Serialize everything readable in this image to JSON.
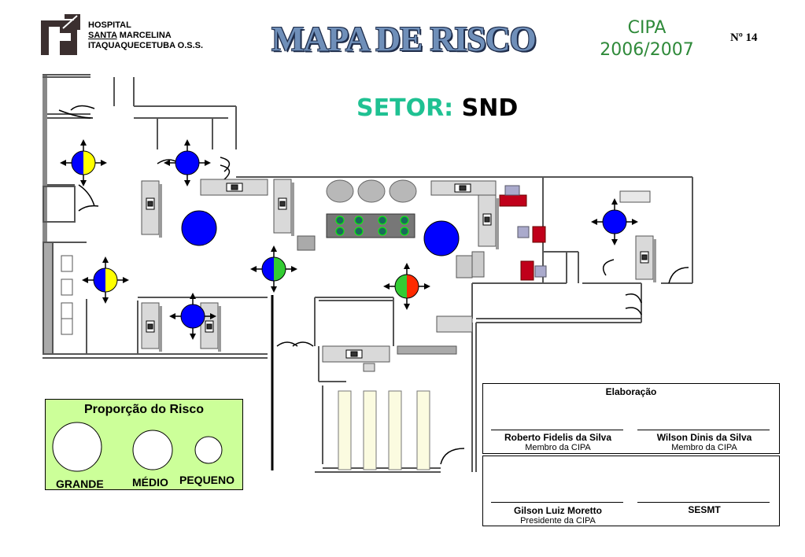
{
  "header": {
    "hospital_line1": "HOSPITAL",
    "hospital_line2_underlined": "SANTA",
    "hospital_line2_rest": " MARCELINA",
    "hospital_line3": "ITAQUAQUECETUBA O.S.S.",
    "title": "MAPA DE RISCO",
    "cipa_label": "CIPA",
    "cipa_years": "2006/2007",
    "number": "Nº 14"
  },
  "sector": {
    "label": "SETOR:",
    "value": "SND"
  },
  "legend": {
    "title": "Proporção do Risco",
    "large": "GRANDE",
    "medium": "MÉDIO",
    "small": "PEQUENO"
  },
  "signatures": {
    "section_title": "Elaboração",
    "person1_name": "Roberto Fidelis da Silva",
    "person1_role": "Membro da CIPA",
    "person2_name": "Wilson Dinis da Silva",
    "person2_role": "Membro da CIPA",
    "person3_name": "Gilson Luiz Moretto",
    "person3_role": "Presidente da CIPA",
    "person4_name": "SESMT"
  },
  "colors": {
    "risk_blue": "#0000ff",
    "risk_yellow": "#ffff00",
    "risk_green": "#33cc33",
    "risk_red": "#ff2a00",
    "sector_label": "#1fc192",
    "cipa_green": "#2f8a3a",
    "legend_bg": "#ccff99"
  },
  "risk_markers": [
    {
      "id": "m1",
      "type": "half",
      "colors": [
        "#0000ff",
        "#ffff00"
      ]
    },
    {
      "id": "m2",
      "type": "full",
      "colors": [
        "#0000ff"
      ]
    },
    {
      "id": "m3",
      "type": "half",
      "colors": [
        "#0000ff",
        "#ffff00"
      ]
    },
    {
      "id": "m4",
      "type": "full",
      "colors": [
        "#0000ff"
      ]
    },
    {
      "id": "m5",
      "type": "half",
      "colors": [
        "#0000ff",
        "#33cc33"
      ]
    },
    {
      "id": "m6",
      "type": "half",
      "colors": [
        "#33cc33",
        "#ff2a00"
      ]
    },
    {
      "id": "m7",
      "type": "full",
      "colors": [
        "#0000ff"
      ]
    }
  ]
}
